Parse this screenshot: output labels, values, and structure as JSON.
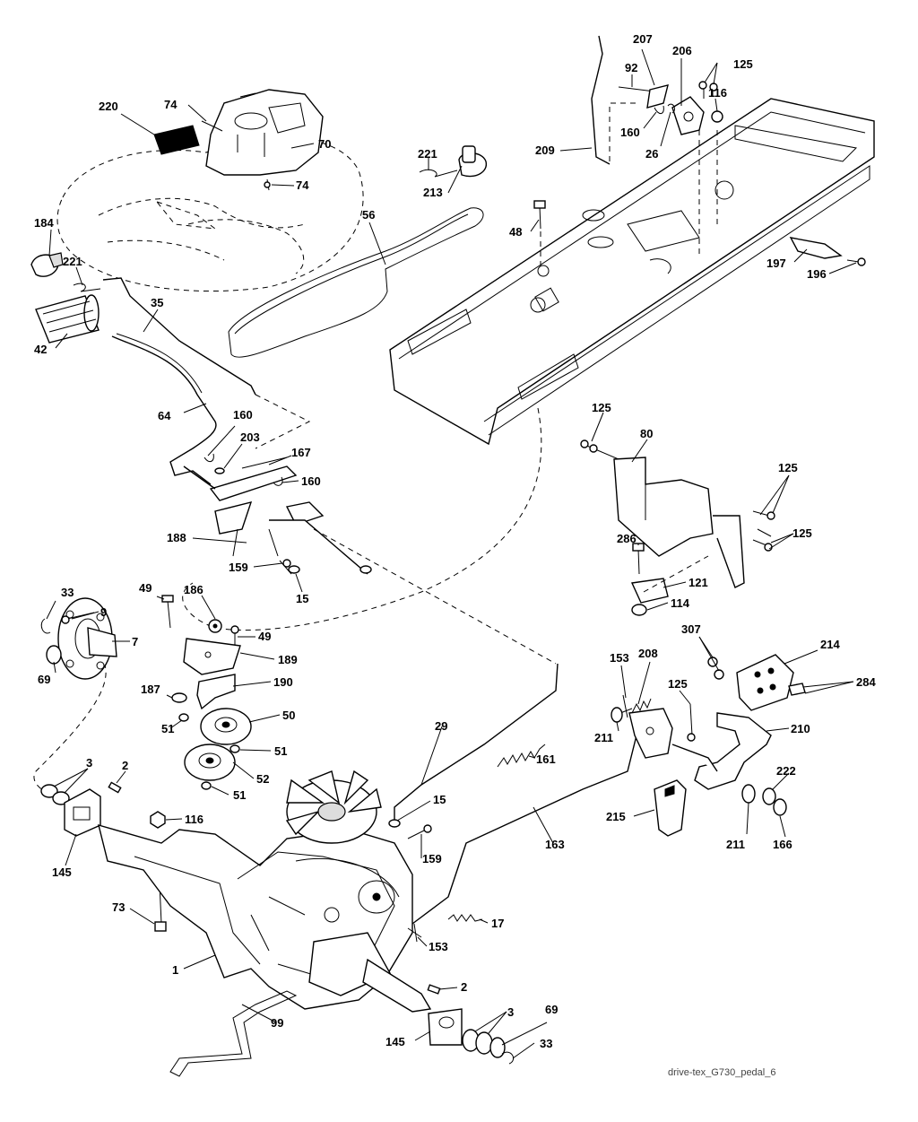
{
  "diagram": {
    "caption": "drive-tex_G730_pedal_6",
    "labels": [
      {
        "id": "l220",
        "text": "220"
      },
      {
        "id": "l74a",
        "text": "74"
      },
      {
        "id": "l70",
        "text": "70"
      },
      {
        "id": "l74b",
        "text": "74"
      },
      {
        "id": "l221a",
        "text": "221"
      },
      {
        "id": "l213",
        "text": "213"
      },
      {
        "id": "l56",
        "text": "56"
      },
      {
        "id": "l184",
        "text": "184"
      },
      {
        "id": "l221b",
        "text": "221"
      },
      {
        "id": "l42",
        "text": "42"
      },
      {
        "id": "l35",
        "text": "35"
      },
      {
        "id": "l64",
        "text": "64"
      },
      {
        "id": "l160a",
        "text": "160"
      },
      {
        "id": "l203",
        "text": "203"
      },
      {
        "id": "l167",
        "text": "167"
      },
      {
        "id": "l160b",
        "text": "160"
      },
      {
        "id": "l188",
        "text": "188"
      },
      {
        "id": "l159a",
        "text": "159"
      },
      {
        "id": "l15a",
        "text": "15"
      },
      {
        "id": "l207",
        "text": "207"
      },
      {
        "id": "l206",
        "text": "206"
      },
      {
        "id": "l125a",
        "text": "125"
      },
      {
        "id": "l92",
        "text": "92"
      },
      {
        "id": "l116a",
        "text": "116"
      },
      {
        "id": "l160c",
        "text": "160"
      },
      {
        "id": "l26",
        "text": "26"
      },
      {
        "id": "l209",
        "text": "209"
      },
      {
        "id": "l48",
        "text": "48"
      },
      {
        "id": "l197",
        "text": "197"
      },
      {
        "id": "l196",
        "text": "196"
      },
      {
        "id": "l125b",
        "text": "125"
      },
      {
        "id": "l80",
        "text": "80"
      },
      {
        "id": "l125c",
        "text": "125"
      },
      {
        "id": "l125d",
        "text": "125"
      },
      {
        "id": "l286",
        "text": "286"
      },
      {
        "id": "l121",
        "text": "121"
      },
      {
        "id": "l114",
        "text": "114"
      },
      {
        "id": "l33a",
        "text": "33"
      },
      {
        "id": "l9",
        "text": "9"
      },
      {
        "id": "l7",
        "text": "7"
      },
      {
        "id": "l69a",
        "text": "69"
      },
      {
        "id": "l49a",
        "text": "49"
      },
      {
        "id": "l186",
        "text": "186"
      },
      {
        "id": "l49b",
        "text": "49"
      },
      {
        "id": "l189",
        "text": "189"
      },
      {
        "id": "l190",
        "text": "190"
      },
      {
        "id": "l187",
        "text": "187"
      },
      {
        "id": "l50",
        "text": "50"
      },
      {
        "id": "l51a",
        "text": "51"
      },
      {
        "id": "l51b",
        "text": "51"
      },
      {
        "id": "l52",
        "text": "52"
      },
      {
        "id": "l51c",
        "text": "51"
      },
      {
        "id": "l3a",
        "text": "3"
      },
      {
        "id": "l2a",
        "text": "2"
      },
      {
        "id": "l145a",
        "text": "145"
      },
      {
        "id": "l116b",
        "text": "116"
      },
      {
        "id": "l73",
        "text": "73"
      },
      {
        "id": "l1",
        "text": "1"
      },
      {
        "id": "l99",
        "text": "99"
      },
      {
        "id": "l29",
        "text": "29"
      },
      {
        "id": "l161",
        "text": "161"
      },
      {
        "id": "l15b",
        "text": "15"
      },
      {
        "id": "l159b",
        "text": "159"
      },
      {
        "id": "l163",
        "text": "163"
      },
      {
        "id": "l17",
        "text": "17"
      },
      {
        "id": "l153a",
        "text": "153"
      },
      {
        "id": "l2b",
        "text": "2"
      },
      {
        "id": "l145b",
        "text": "145"
      },
      {
        "id": "l3b",
        "text": "3"
      },
      {
        "id": "l69b",
        "text": "69"
      },
      {
        "id": "l33b",
        "text": "33"
      },
      {
        "id": "l153b",
        "text": "153"
      },
      {
        "id": "l208",
        "text": "208"
      },
      {
        "id": "l211a",
        "text": "211"
      },
      {
        "id": "l125e",
        "text": "125"
      },
      {
        "id": "l307",
        "text": "307"
      },
      {
        "id": "l214",
        "text": "214"
      },
      {
        "id": "l284",
        "text": "284"
      },
      {
        "id": "l210",
        "text": "210"
      },
      {
        "id": "l215",
        "text": "215"
      },
      {
        "id": "l222",
        "text": "222"
      },
      {
        "id": "l211b",
        "text": "211"
      },
      {
        "id": "l166",
        "text": "166"
      }
    ]
  }
}
